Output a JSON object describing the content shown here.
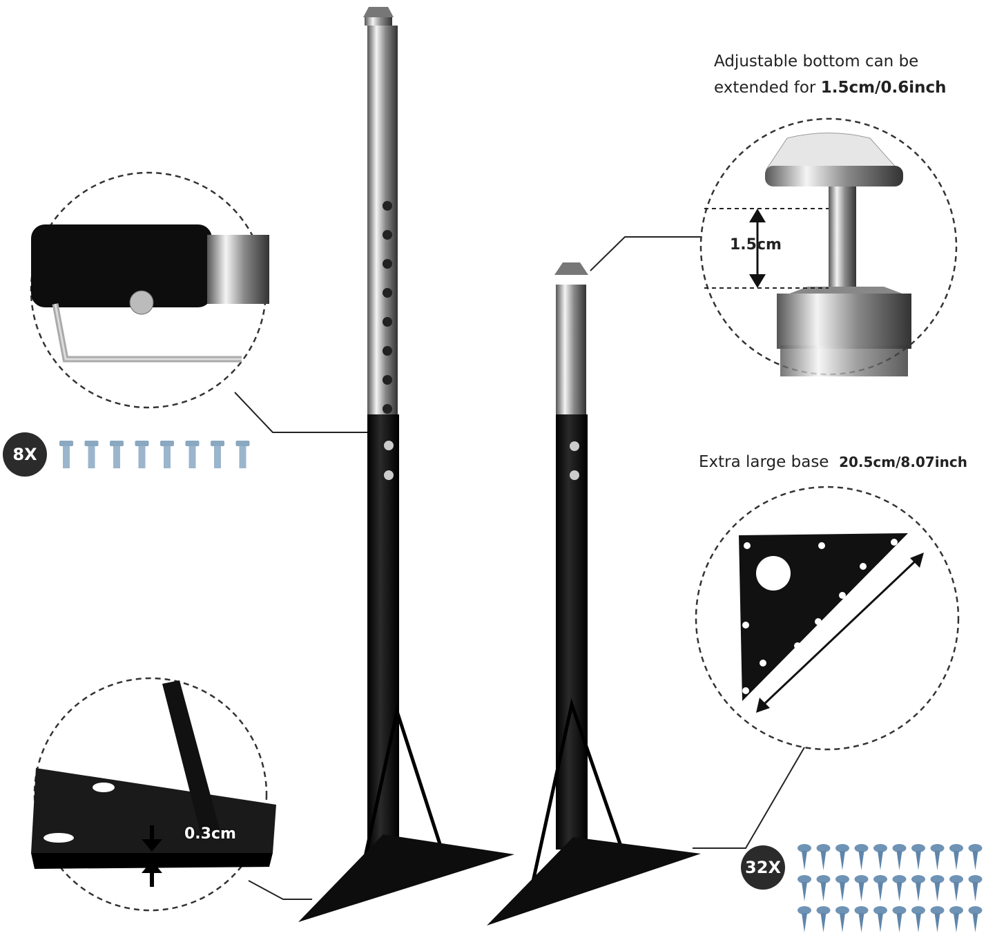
{
  "callouts": {
    "adjustable_line1": "Adjustable bottom can be",
    "adjustable_line2_prefix": "extended for ",
    "adjustable_line2_value": "1.5cm/0.6inch",
    "base_prefix": "Extra large base",
    "base_value": "20.5cm/8.07inch"
  },
  "dimensions": {
    "foot_extension": "1.5cm",
    "base_side": "20.5cm",
    "plate_thickness": "0.3cm"
  },
  "badges": {
    "bolts": "8X",
    "wood_screws": "32X"
  },
  "colors": {
    "leg_black": "#111111",
    "chrome": "#c8c8c8",
    "badge": "#2b2b2b"
  }
}
